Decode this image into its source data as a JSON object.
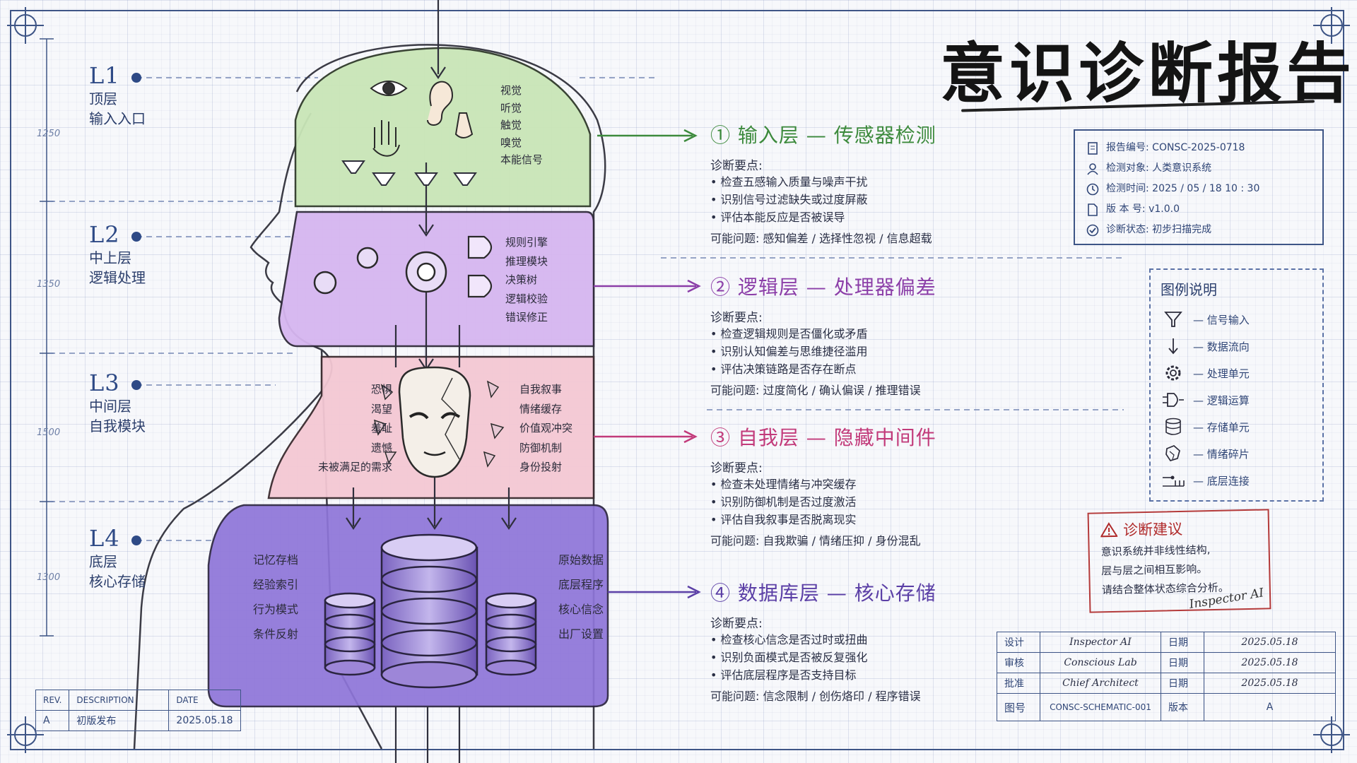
{
  "title": "意识诊断报告",
  "levels": [
    {
      "code": "L1",
      "name1": "顶层",
      "name2": "输入入口",
      "dim": "1250"
    },
    {
      "code": "L2",
      "name1": "中上层",
      "name2": "逻辑处理",
      "dim": "1350"
    },
    {
      "code": "L3",
      "name1": "中间层",
      "name2": "自我模块",
      "dim": "1500"
    },
    {
      "code": "L4",
      "name1": "底层",
      "name2": "核心存储",
      "dim": "1300"
    }
  ],
  "head_labels": {
    "input": [
      "视觉",
      "听觉",
      "触觉",
      "嗅觉",
      "本能信号"
    ],
    "logic": [
      "规则引擎",
      "推理模块",
      "决策树",
      "逻辑校验",
      "错误修正"
    ],
    "self_left": [
      "恐惧",
      "渴望",
      "羞耻",
      "遗憾",
      "未被满足的需求"
    ],
    "self_right": [
      "自我叙事",
      "情绪缓存",
      "价值观冲突",
      "防御机制",
      "身份投射"
    ],
    "db_left": [
      "记忆存档",
      "经验索引",
      "行为模式",
      "条件反射"
    ],
    "db_right": [
      "原始数据",
      "底层程序",
      "核心信念",
      "出厂设置"
    ]
  },
  "sections": [
    {
      "title": "① 输入层 — 传感器检测",
      "color": "#3c8a3c",
      "sub": "诊断要点:",
      "items": [
        "• 检查五感输入质量与噪声干扰",
        "• 识别信号过滤缺失或过度屏蔽",
        "• 评估本能反应是否被误导"
      ],
      "problem": "可能问题: 感知偏差 / 选择性忽视 / 信息超载"
    },
    {
      "title": "② 逻辑层 — 处理器偏差",
      "color": "#8b3ea8",
      "sub": "诊断要点:",
      "items": [
        "• 检查逻辑规则是否僵化或矛盾",
        "• 识别认知偏差与思维捷径滥用",
        "• 评估决策链路是否存在断点"
      ],
      "problem": "可能问题: 过度简化 / 确认偏误 / 推理错误"
    },
    {
      "title": "③ 自我层 — 隐藏中间件",
      "color": "#c23a7a",
      "sub": "诊断要点:",
      "items": [
        "• 检查未处理情绪与冲突缓存",
        "• 识别防御机制是否过度激活",
        "• 评估自我叙事是否脱离现实"
      ],
      "problem": "可能问题: 自我欺骗 / 情绪压抑 / 身份混乱"
    },
    {
      "title": "④ 数据库层 — 核心存储",
      "color": "#5b3fa6",
      "sub": "诊断要点:",
      "items": [
        "• 检查核心信念是否过时或扭曲",
        "• 识别负面模式是否被反复强化",
        "• 评估底层程序是否支持目标"
      ],
      "problem": "可能问题: 信念限制 / 创伤烙印 / 程序错误"
    }
  ],
  "info": [
    {
      "icon": "document-icon",
      "text": "报告编号: CONSC-2025-0718"
    },
    {
      "icon": "user-icon",
      "text": "检测对象: 人类意识系统"
    },
    {
      "icon": "clock-icon",
      "text": "检测时间: 2025 / 05 / 18    10 : 30"
    },
    {
      "icon": "file-icon",
      "text": "版 本 号: v1.0.0"
    },
    {
      "icon": "check-circle-icon",
      "text": "诊断状态: 初步扫描完成"
    }
  ],
  "legend": {
    "title": "图例说明",
    "items": [
      {
        "icon": "funnel-icon",
        "label": "— 信号输入"
      },
      {
        "icon": "arrow-down-icon",
        "label": "— 数据流向"
      },
      {
        "icon": "gear-icon",
        "label": "— 处理单元"
      },
      {
        "icon": "logic-gate-icon",
        "label": "— 逻辑运算"
      },
      {
        "icon": "database-icon",
        "label": "— 存储单元"
      },
      {
        "icon": "shard-icon",
        "label": "— 情绪碎片"
      },
      {
        "icon": "connector-icon",
        "label": "— 底层连接"
      }
    ]
  },
  "advice": {
    "title": "诊断建议",
    "lines": [
      "意识系统并非线性结构,",
      "层与层之间相互影响。",
      "请结合整体状态综合分析。"
    ],
    "signature": "Inspector AI"
  },
  "revision": {
    "h_rev": "REV.",
    "h_desc": "DESCRIPTION",
    "h_date": "DATE",
    "rev": "A",
    "desc": "初版发布",
    "date": "2025.05.18"
  },
  "title_block": {
    "rows": [
      {
        "k": "设计",
        "v": "Inspector AI",
        "dk": "日期",
        "dv": "2025.05.18"
      },
      {
        "k": "审核",
        "v": "Conscious Lab",
        "dk": "日期",
        "dv": "2025.05.18"
      },
      {
        "k": "批准",
        "v": "Chief Architect",
        "dk": "日期",
        "dv": "2025.05.18"
      }
    ],
    "num_k": "图号",
    "num_v": "CONSC-SCHEMATIC-001",
    "ver_k": "版本",
    "ver_v": "A"
  }
}
